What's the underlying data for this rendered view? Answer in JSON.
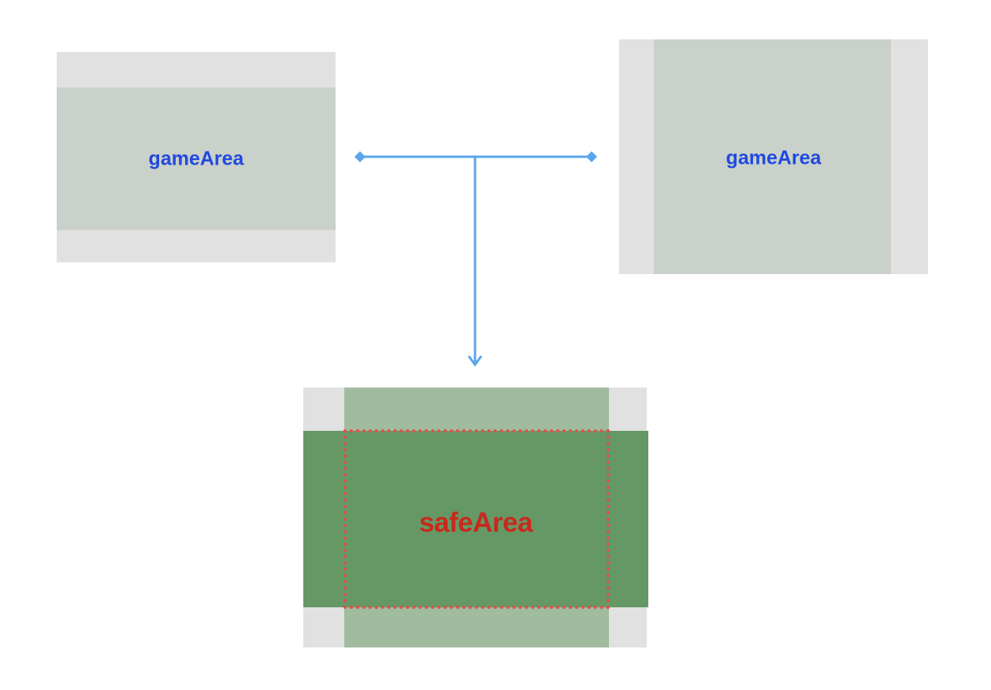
{
  "diagram": {
    "left_panel": {
      "label": "gameArea"
    },
    "right_panel": {
      "label": "gameArea"
    },
    "result_panel": {
      "label": "safeArea"
    }
  },
  "colors": {
    "outer_gray": "#e1e1e1",
    "game_area": "#c9d1ca",
    "game_label": "#2149e0",
    "safe_light_green": "#a1bb9f",
    "safe_dark_green": "#669865",
    "safe_label": "#c8291e",
    "safe_border": "#e04f4c",
    "connector": "#5aa5ec"
  }
}
